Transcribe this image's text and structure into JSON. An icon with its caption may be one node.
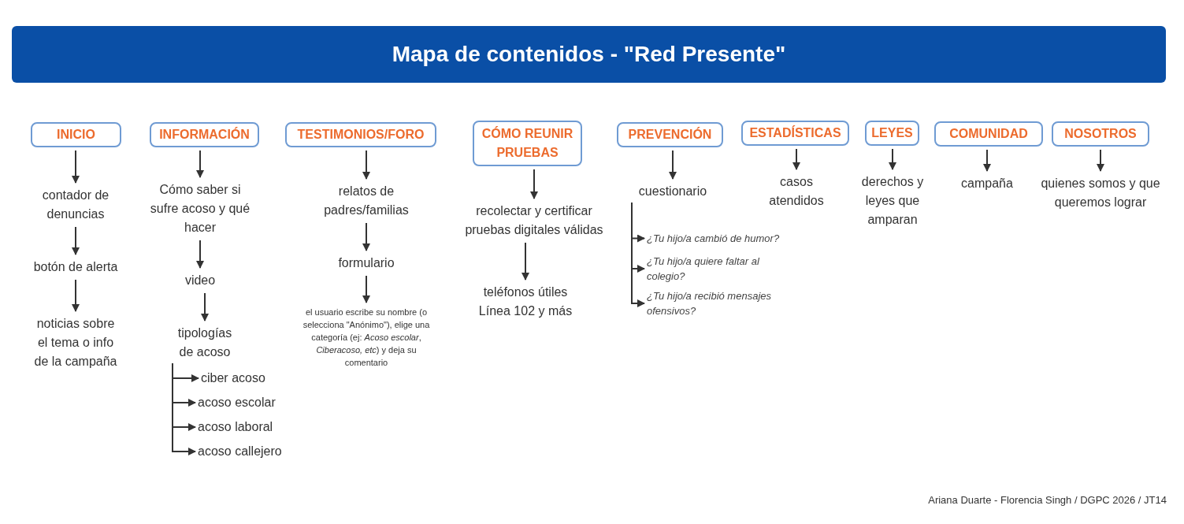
{
  "diagram": {
    "title": "Mapa de contenidos - \"Red Presente\"",
    "nodes": [
      {
        "text": [
          "INICIO"
        ]
      },
      {
        "text": [
          "contador de denuncias"
        ]
      },
      {
        "text": [
          "botón de alerta"
        ]
      },
      {
        "text": [
          "noticias sobre el tema o info de la campaña"
        ]
      },
      {
        "text": [
          "INFORMACIÓN"
        ]
      },
      {
        "text": [
          "Cómo saber si sufre acoso y qué hacer"
        ]
      },
      {
        "text": [
          "video"
        ]
      },
      {
        "text": [
          "tipologías de acoso"
        ]
      },
      {
        "text": [
          "ciber acoso"
        ]
      },
      {
        "text": [
          "acoso escolar"
        ]
      },
      {
        "text": [
          "acoso laboral"
        ]
      },
      {
        "text": [
          "acoso callejero"
        ]
      },
      {
        "text": [
          "TESTIMONIOS/FORO"
        ]
      },
      {
        "text": [
          "relatos de padres/familias"
        ]
      },
      {
        "text": [
          "formulario"
        ]
      },
      {
        "text": [
          "el usuario escribe su nombre (o selecciona \"Anónimo\"), elige una categoría (ej: *Acoso escolar*, *Ciberacoso, etc*) y deja su comentario"
        ]
      },
      {
        "text": [
          "CÓMO REUNIR PRUEBAS"
        ]
      },
      {
        "text": [
          "recolectar y certificar pruebas digitales válidas"
        ]
      },
      {
        "text": [
          "teléfonos útiles Línea 102 y más"
        ]
      },
      {
        "text": [
          "PREVENCIÓN"
        ]
      },
      {
        "text": [
          "cuestionario"
        ]
      },
      {
        "text": [
          "¿Tu hijo/a cambió de humor?"
        ]
      },
      {
        "text": [
          "¿Tu hijo/a quiere faltar al colegio?"
        ]
      },
      {
        "text": [
          "¿Tu hijo/a recibió mensajes ofensivos?"
        ]
      },
      {
        "text": [
          "ESTADÍSTICAS"
        ]
      },
      {
        "text": [
          "casos atendidos"
        ]
      },
      {
        "text": [
          "LEYES"
        ]
      },
      {
        "text": [
          "derechos y leyes que amparan"
        ]
      },
      {
        "text": [
          "COMUNIDAD"
        ]
      },
      {
        "text": [
          "campaña"
        ]
      },
      {
        "text": [
          "NOSOTROS"
        ]
      },
      {
        "text": [
          "quienes somos y que queremos lograr"
        ]
      }
    ],
    "edges": [
      {
        "from": 0,
        "to": 1,
        "arrow": "to"
      },
      {
        "from": 1,
        "to": 2,
        "arrow": "to"
      },
      {
        "from": 2,
        "to": 3,
        "arrow": "to"
      },
      {
        "from": 4,
        "to": 5,
        "arrow": "to"
      },
      {
        "from": 5,
        "to": 6,
        "arrow": "to"
      },
      {
        "from": 6,
        "to": 7,
        "arrow": "to"
      },
      {
        "from": 7,
        "to": 8,
        "arrow": "to"
      },
      {
        "from": 7,
        "to": 9,
        "arrow": "to"
      },
      {
        "from": 7,
        "to": 10,
        "arrow": "to"
      },
      {
        "from": 7,
        "to": 11,
        "arrow": "to"
      },
      {
        "from": 12,
        "to": 13,
        "arrow": "to"
      },
      {
        "from": 13,
        "to": 14,
        "arrow": "to"
      },
      {
        "from": 14,
        "to": 15,
        "arrow": "to"
      },
      {
        "from": 16,
        "to": 17,
        "arrow": "to"
      },
      {
        "from": 17,
        "to": 18,
        "arrow": "to"
      },
      {
        "from": 19,
        "to": 20,
        "arrow": "to"
      },
      {
        "from": 20,
        "to": 21,
        "arrow": "to"
      },
      {
        "from": 20,
        "to": 22,
        "arrow": "to"
      },
      {
        "from": 20,
        "to": 23,
        "arrow": "to"
      },
      {
        "from": 24,
        "to": 25,
        "arrow": "to"
      },
      {
        "from": 26,
        "to": 27,
        "arrow": "to"
      },
      {
        "from": 28,
        "to": 29,
        "arrow": "to"
      },
      {
        "from": 30,
        "to": 31,
        "arrow": "to"
      }
    ],
    "labels": [
      "Ariana Duarte - Florencia Singh / DGPC 2026 / JT14"
    ]
  }
}
